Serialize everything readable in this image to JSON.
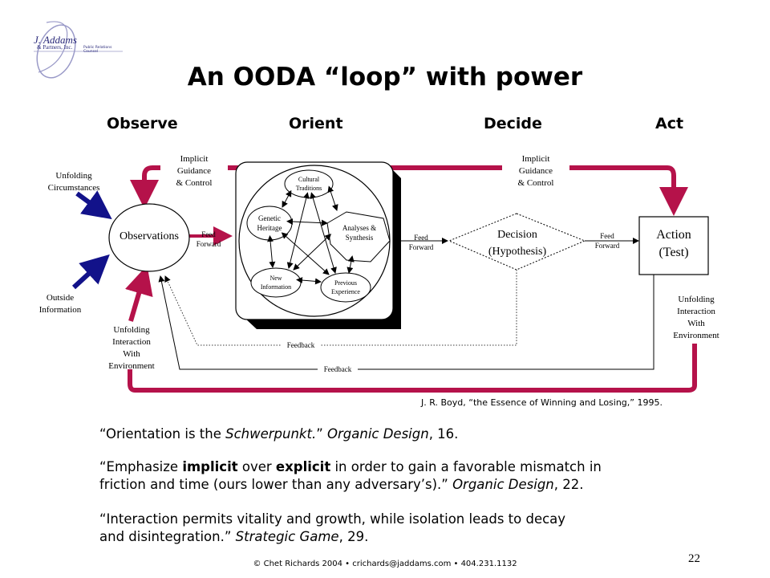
{
  "title": "An OODA “loop” with power",
  "phases": [
    "Observe",
    "Orient",
    "Decide",
    "Act"
  ],
  "logo": {
    "line1": "J. Addams",
    "line2": "& Partners, Inc.",
    "tagline": "Public Relations Counsel"
  },
  "diagram": {
    "unfolding_circumstances": [
      "Unfolding",
      "Circumstances"
    ],
    "outside_information": [
      "Outside",
      "Information"
    ],
    "unfolding_interaction_left": [
      "Unfolding",
      "Interaction",
      "With",
      "Environment"
    ],
    "unfolding_interaction_right": [
      "Unfolding",
      "Interaction",
      "With",
      "Environment"
    ],
    "implicit_guidance_left": [
      "Implicit",
      "Guidance",
      "& Control"
    ],
    "implicit_guidance_right": [
      "Implicit",
      "Guidance",
      "& Control"
    ],
    "observations": "Observations",
    "feed_forward_1": [
      "Feed",
      "Forward"
    ],
    "feed_forward_2": [
      "Feed",
      "Forward"
    ],
    "feed_forward_3": [
      "Feed",
      "Forward"
    ],
    "cultural_traditions": [
      "Cultural",
      "Traditions"
    ],
    "genetic_heritage": [
      "Genetic",
      "Heritage"
    ],
    "analyses_synthesis": [
      "Analyses &",
      "Synthesis"
    ],
    "new_information": [
      "New",
      "Information"
    ],
    "previous_experience": [
      "Previous",
      "Experience"
    ],
    "decision": [
      "Decision",
      "(Hypothesis)"
    ],
    "action": [
      "Action",
      "(Test)"
    ],
    "feedback_1": "Feedback",
    "feedback_2": "Feedback"
  },
  "citation": "J. R. Boyd, “the Essence of Winning and Losing,” 1995.",
  "quotes": {
    "q1": {
      "pre": "“Orientation is the ",
      "em1": "Schwerpunkt.",
      "mid": "” ",
      "em2": "Organic Design",
      "post": ", 16."
    },
    "q2": {
      "pre": "“Emphasize ",
      "b1": "implicit",
      "mid1": " over ",
      "b2": "explicit",
      "line1_post": " in order to gain a favorable mismatch in",
      "line2_pre": " friction and time (ours lower than any adversary’s).” ",
      "em": "Organic Design",
      "post": ", 22."
    },
    "q3": {
      "line1": "“Interaction permits vitality and growth, while isolation leads to decay",
      "line2_pre": " and disintegration.” ",
      "em": "Strategic Game",
      "post": ", 29."
    }
  },
  "footer": "© Chet Richards 2004 • crichards@jaddams.com • 404.231.1132",
  "page_number": "22",
  "colors": {
    "crimson": "#b5124a",
    "navy": "#12128a",
    "black": "#000000"
  }
}
